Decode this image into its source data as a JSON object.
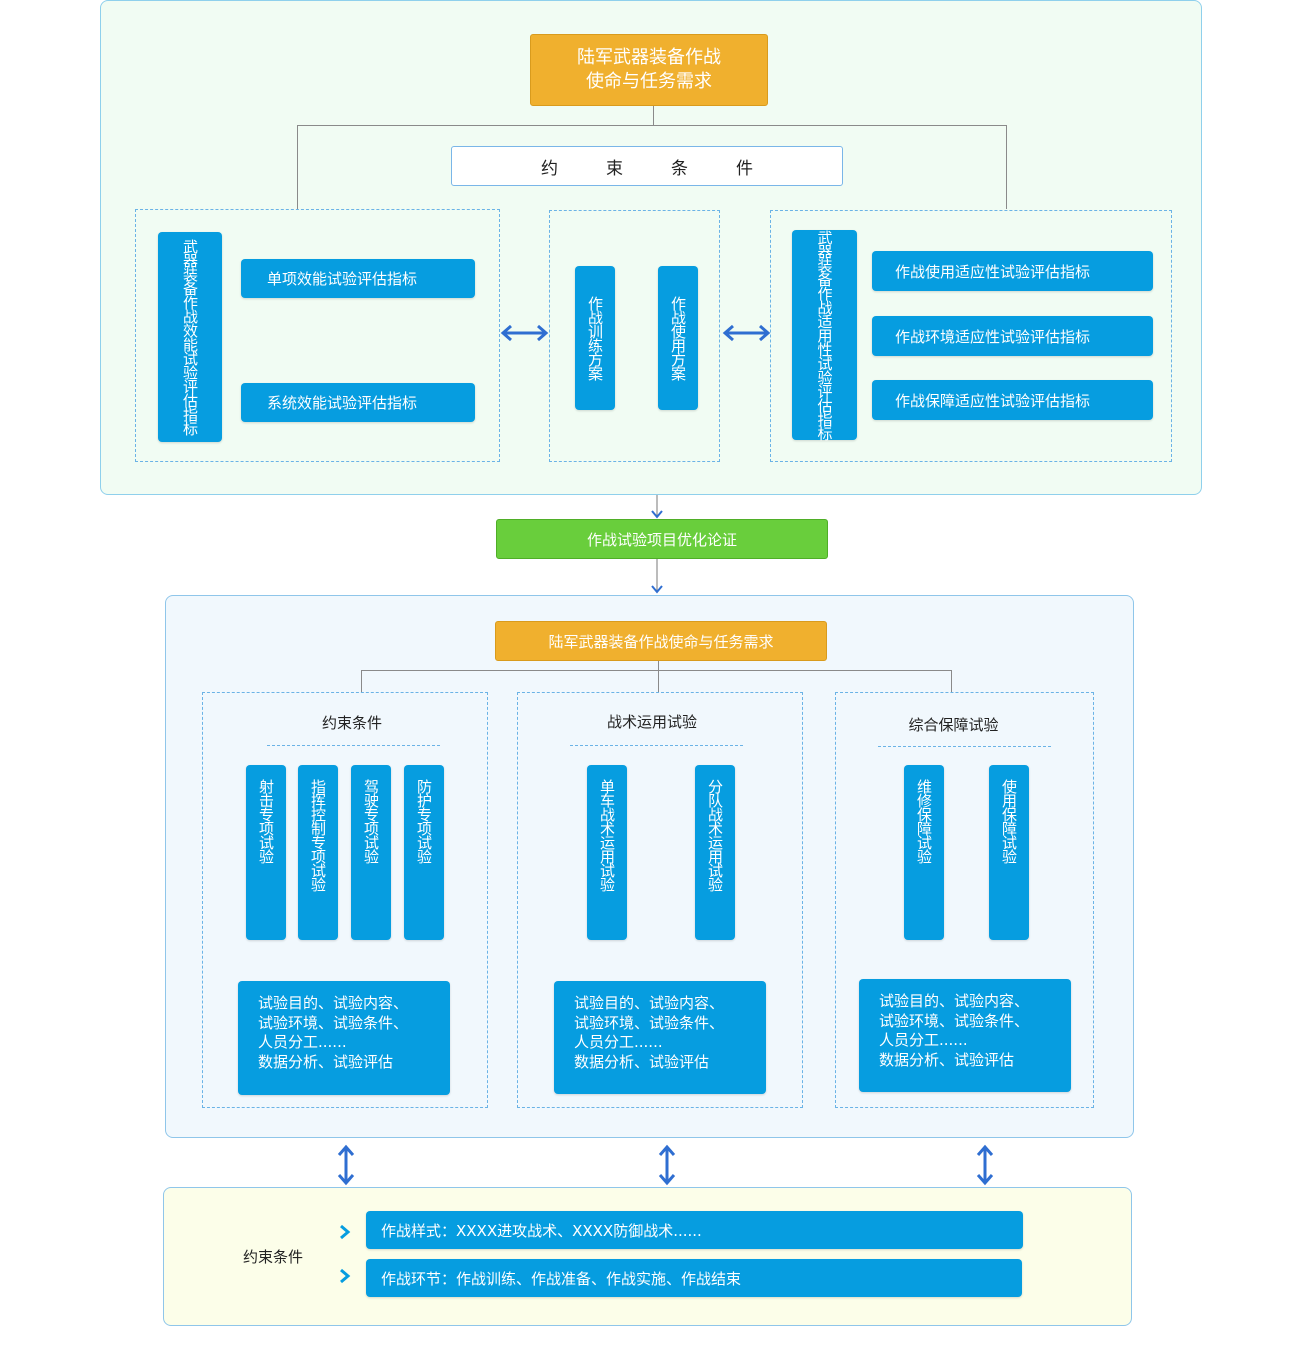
{
  "top": {
    "mission": "陆军武器装备作战\n使命与任务需求",
    "constraint": "约束条件",
    "effect_group": {
      "vertical": "武器装备作战效能试验评估指标",
      "items": [
        "单项效能试验评估指标",
        "系统效能试验评估指标"
      ]
    },
    "plan_group": {
      "items": [
        "作战训练方案",
        "作战使用方案"
      ]
    },
    "suit_group": {
      "vertical": "武器装备作战适用性试验评估指标",
      "items": [
        "作战使用适应性试验评估指标",
        "作战环境适应性试验评估指标",
        "作战保障适应性试验评估指标"
      ]
    }
  },
  "optimize": "作战试验项目优化论证",
  "middle": {
    "mission": "陆军武器装备作战使命与任务需求",
    "columns": [
      {
        "title": "约束条件",
        "items": [
          "射击专项试验",
          "指挥控制专项试验",
          "驾驶专项试验",
          "防护专项试验"
        ],
        "details": "试验目的、试验内容、\n试验环境、试验条件、\n人员分工......\n数据分析、试验评估"
      },
      {
        "title": "战术运用试验",
        "items": [
          "单车战术运用试验",
          "分队战术运用试验"
        ],
        "details": "试验目的、试验内容、\n试验环境、试验条件、\n人员分工......\n数据分析、试验评估"
      },
      {
        "title": "综合保障试验",
        "items": [
          "维修保障试验",
          "使用保障试验"
        ],
        "details": "试验目的、试验内容、\n试验环境、试验条件、\n人员分工......\n数据分析、试验评估"
      }
    ]
  },
  "bottom": {
    "label": "约束条件",
    "rows": [
      "作战样式：XXXX进攻战术、XXXX防御战术......",
      "作战环节：作战训练、作战准备、作战实施、作战结束"
    ]
  },
  "colors": {
    "blue": "#069de0",
    "orange": "#f0b02e",
    "green": "#69ce3c",
    "arrow": "#2f6ed1"
  }
}
